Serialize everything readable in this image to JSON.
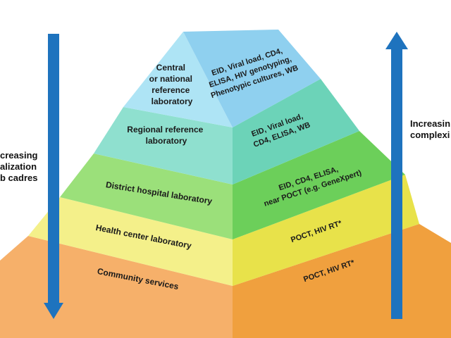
{
  "colors": {
    "tier1_left": "#aee4f5",
    "tier1_right": "#8fd0ef",
    "tier2_left": "#8fe0cf",
    "tier2_right": "#6cd3b8",
    "tier3_left": "#9be07a",
    "tier3_right": "#6ccf5a",
    "tier4_left": "#f4f08a",
    "tier4_right": "#e8e24a",
    "tier5_left": "#f6b06a",
    "tier5_right": "#f0a03e",
    "arrow": "#1e73be"
  },
  "tiers": [
    {
      "left_lines": [
        "Central",
        "or national",
        "reference",
        "laboratory"
      ],
      "right_lines": [
        "EID, Viral load, CD4,",
        "ELISA, HIV genotyping,",
        "Phenotypic cultures, WB"
      ]
    },
    {
      "left_lines": [
        "Regional reference",
        "laboratory"
      ],
      "right_lines": [
        "EID, Viral load,",
        "CD4, ELISA, WB"
      ]
    },
    {
      "left_lines": [
        "District hospital laboratory"
      ],
      "right_lines": [
        "EID, CD4, ELISA,",
        "near POCT (e.g. GeneXpert)"
      ]
    },
    {
      "left_lines": [
        "Health center laboratory"
      ],
      "right_lines": [
        "POCT, HIV RT*"
      ]
    },
    {
      "left_lines": [
        "Community services"
      ],
      "right_lines": [
        "POCT, HIV RT*"
      ]
    }
  ],
  "left_caption": [
    "creasing",
    "alization",
    "b cadres"
  ],
  "right_caption": [
    "Increasin",
    "complexi"
  ]
}
